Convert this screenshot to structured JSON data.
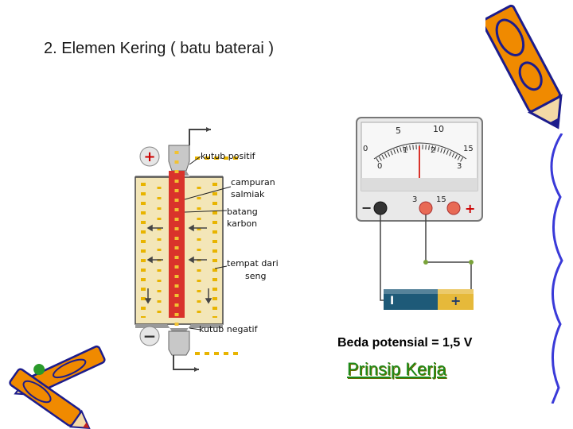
{
  "slide": {
    "title": "2. Elemen Kering ( batu baterai )",
    "caption": "Beda potensial = 1,5 V",
    "subtitle": "Prinsip Kerja"
  },
  "cell_diagram": {
    "plus_sign": "+",
    "minus_sign": "−",
    "labels": {
      "positive_pole": "kutub positif",
      "mixture_line1": "campuran",
      "mixture_line2": "salmiak",
      "rod_line1": "batang",
      "rod_line2": "karbon",
      "zinc_line1": "tempat dari",
      "zinc_line2": "seng",
      "negative_pole": "kutub negatif"
    }
  },
  "meter": {
    "scale_top": [
      "5",
      "10"
    ],
    "scale_mid": [
      "0",
      "1",
      "2",
      "15"
    ],
    "scale_bottom": [
      "0",
      "3"
    ],
    "terminal_minus": "−",
    "terminal_plus": "+",
    "terminal_3": "3",
    "terminal_15": "15"
  },
  "battery": {
    "minus": "I",
    "plus": "+"
  },
  "colors": {
    "electrolyte": "#f3e6b8",
    "dots": "#e8b400",
    "carbon_rod": "#d9332b",
    "title_green": "#1a8a1a",
    "pencil_orange": "#f08a00",
    "pencil_blue": "#2b2bd8"
  }
}
